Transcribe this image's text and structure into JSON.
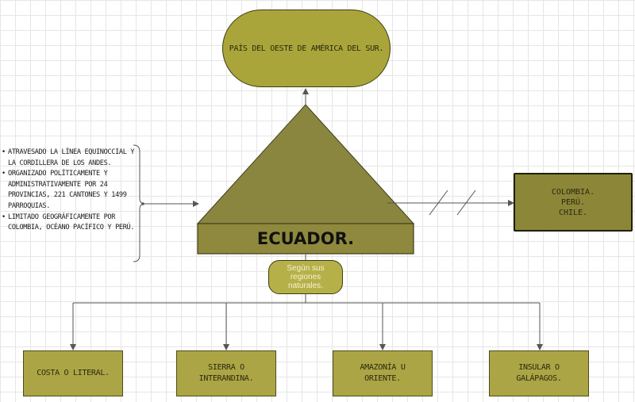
{
  "diagram": {
    "top_box": "País del oeste de América del Sur.",
    "main_shape": "Ecuador.",
    "neighbors": "Colombia.\nPerú.\nChile.",
    "criterion": "Según sus regiones naturales.",
    "notes": [
      "Atravesado la línea equinoccial y la cordillera de los Andes.",
      "Organizado políticamente y administrativamente por 24 provincias, 221 cantones y 1499 parroquias.",
      "Limitado geográficamente por Colombia, Océano Pacífico y Perú."
    ],
    "regions": [
      "Costa o literal.",
      "Sierra o interandina.",
      "Amazonía u oriente.",
      "Insular o galápagos."
    ]
  },
  "colors": {
    "triangle": "#8a8640",
    "base": "#8f893e",
    "box": "#aba545",
    "line": "#555555"
  }
}
